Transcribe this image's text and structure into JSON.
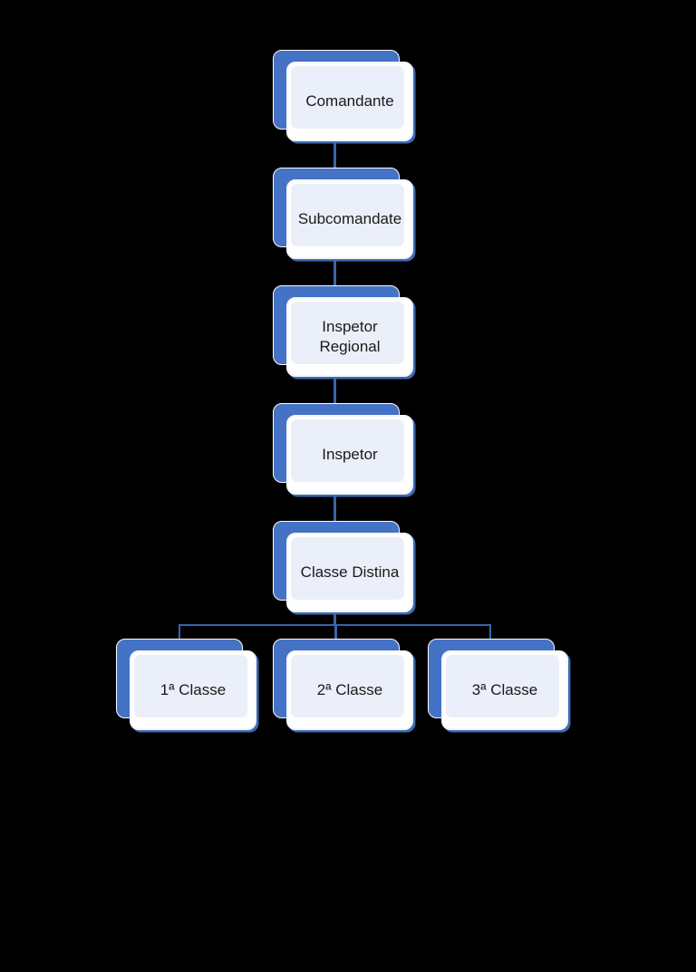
{
  "diagram": {
    "type": "org-chart",
    "nodes": [
      {
        "id": "comandante",
        "label": "Comandante",
        "level": 1,
        "reports_to": null
      },
      {
        "id": "subcomandate",
        "label": "Subcomandate",
        "level": 2,
        "reports_to": "comandante"
      },
      {
        "id": "inspetor-regional",
        "label": "Inspetor Regional",
        "level": 3,
        "reports_to": "subcomandate"
      },
      {
        "id": "inspetor",
        "label": "Inspetor",
        "level": 4,
        "reports_to": "inspetor-regional"
      },
      {
        "id": "classe-distina",
        "label": "Classe Distina",
        "level": 5,
        "reports_to": "inspetor"
      },
      {
        "id": "classe-1",
        "label": "1ª Classe",
        "level": 6,
        "reports_to": "classe-distina"
      },
      {
        "id": "classe-2",
        "label": "2ª Classe",
        "level": 6,
        "reports_to": "classe-distina"
      },
      {
        "id": "classe-3",
        "label": "3ª Classe",
        "level": 6,
        "reports_to": "classe-distina"
      }
    ],
    "colors": {
      "shape_fill": "#4472C4",
      "panel_fill": "#EAEFF9",
      "front_fill": "#FFFFFF",
      "edge_shadow": "#3E6BB4",
      "connector": "#3A63AC",
      "text": "#1A1A1A",
      "background": "#000000"
    }
  }
}
